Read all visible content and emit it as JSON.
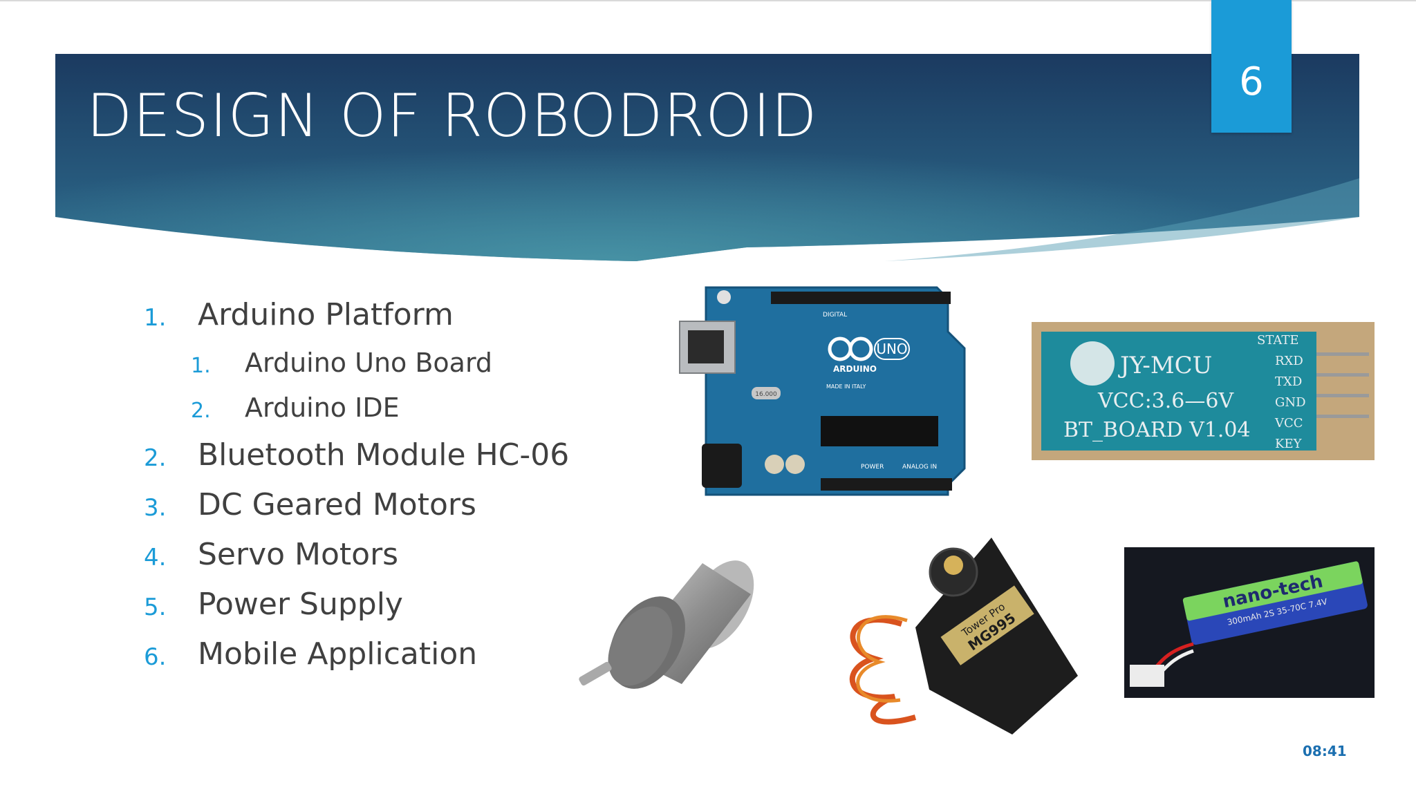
{
  "slide": {
    "title": "DESIGN OF ROBODROID",
    "number": "6",
    "timestamp": "08:41"
  },
  "list": [
    {
      "num": "1.",
      "label": "Arduino Platform",
      "level": 1
    },
    {
      "num": "1.",
      "label": "Arduino Uno Board",
      "level": 2
    },
    {
      "num": "2.",
      "label": "Arduino IDE",
      "level": 2
    },
    {
      "num": "2.",
      "label": "Bluetooth Module HC-06",
      "level": 1
    },
    {
      "num": "3.",
      "label": "DC Geared Motors",
      "level": 1
    },
    {
      "num": "4.",
      "label": "Servo Motors",
      "level": 1
    },
    {
      "num": "5.",
      "label": "Power Supply",
      "level": 1
    },
    {
      "num": "6.",
      "label": "Mobile Application",
      "level": 1
    }
  ],
  "images": {
    "arduino": {
      "brand": "ARDUINO",
      "model": "UNO",
      "chip": "16.000",
      "labels": [
        "DIGITAL",
        "POWER",
        "ANALOG IN",
        "MADE IN ITALY"
      ]
    },
    "bluetooth": {
      "brand": "JY-MCU",
      "voltage": "VCC:3.6—6V",
      "board": "BT_BOARD V1.04",
      "pins": [
        "STATE",
        "RXD",
        "TXD",
        "GND",
        "VCC",
        "KEY"
      ]
    },
    "servo": {
      "brand": "Tower Pro",
      "model": "MG995"
    },
    "battery": {
      "brand": "nano-tech",
      "spec": "300mAh 2S 35-70C 7.4V"
    }
  },
  "colors": {
    "accent": "#1b9bd7",
    "header_dark": "#1d3f66",
    "header_light": "#3a8aa0"
  }
}
